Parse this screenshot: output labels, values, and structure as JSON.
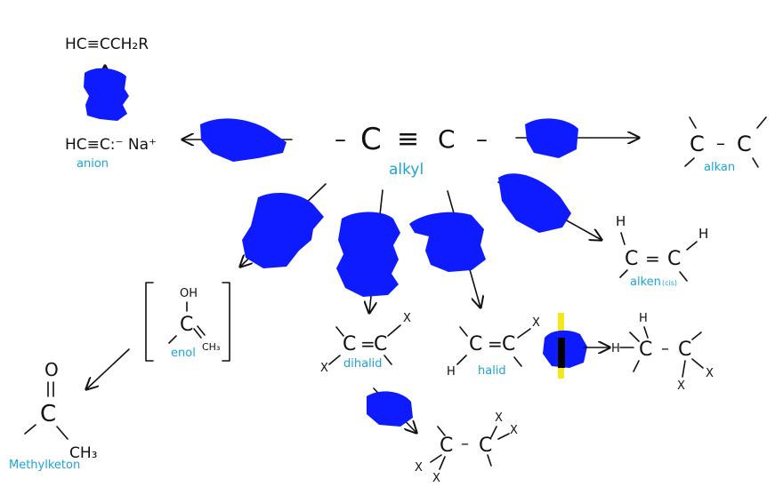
{
  "center": {
    "label": "alkyl",
    "formula_left": "–",
    "c1": "C",
    "triple": "≡",
    "c2": "C",
    "formula_right": "–"
  },
  "anion": {
    "top_formula": "HC≡CCH₂R",
    "formula": "HC≡C:⁻ Na⁺",
    "label": "anion"
  },
  "alkane": {
    "left_c": "C",
    "bond": "–",
    "right_c": "C",
    "label": "alkan"
  },
  "alkene": {
    "h_left": "H",
    "h_right": "H",
    "left_c": "C",
    "bond": "=",
    "right_c": "C",
    "label": "alken",
    "qualifier": "(cis)"
  },
  "enol": {
    "oh": "OH",
    "c": "C",
    "ch3": "CH₃",
    "label": "enol"
  },
  "methylketone": {
    "o": "O",
    "bond": "=",
    "c": "C",
    "ch3": "CH₃",
    "label": "Methylketon"
  },
  "dihalide": {
    "x1": "X",
    "x2": "X",
    "left_c": "C",
    "bond": "=",
    "right_c": "C",
    "label": "dihalid"
  },
  "halide": {
    "x": "X",
    "h": "H",
    "left_c": "C",
    "bond": "=",
    "right_c": "C",
    "label": "halid"
  },
  "alkyl_halide": {
    "h_top": "H",
    "h_left": "H",
    "c1": "C",
    "bond": "–",
    "c2": "C",
    "x_bottom": "X",
    "x_right": "X"
  },
  "tetrahalide": {
    "c1": "C",
    "bond": "–",
    "c2": "C",
    "x_a": "X",
    "x_b": "X",
    "x_c": "X",
    "x_d": "X"
  }
}
